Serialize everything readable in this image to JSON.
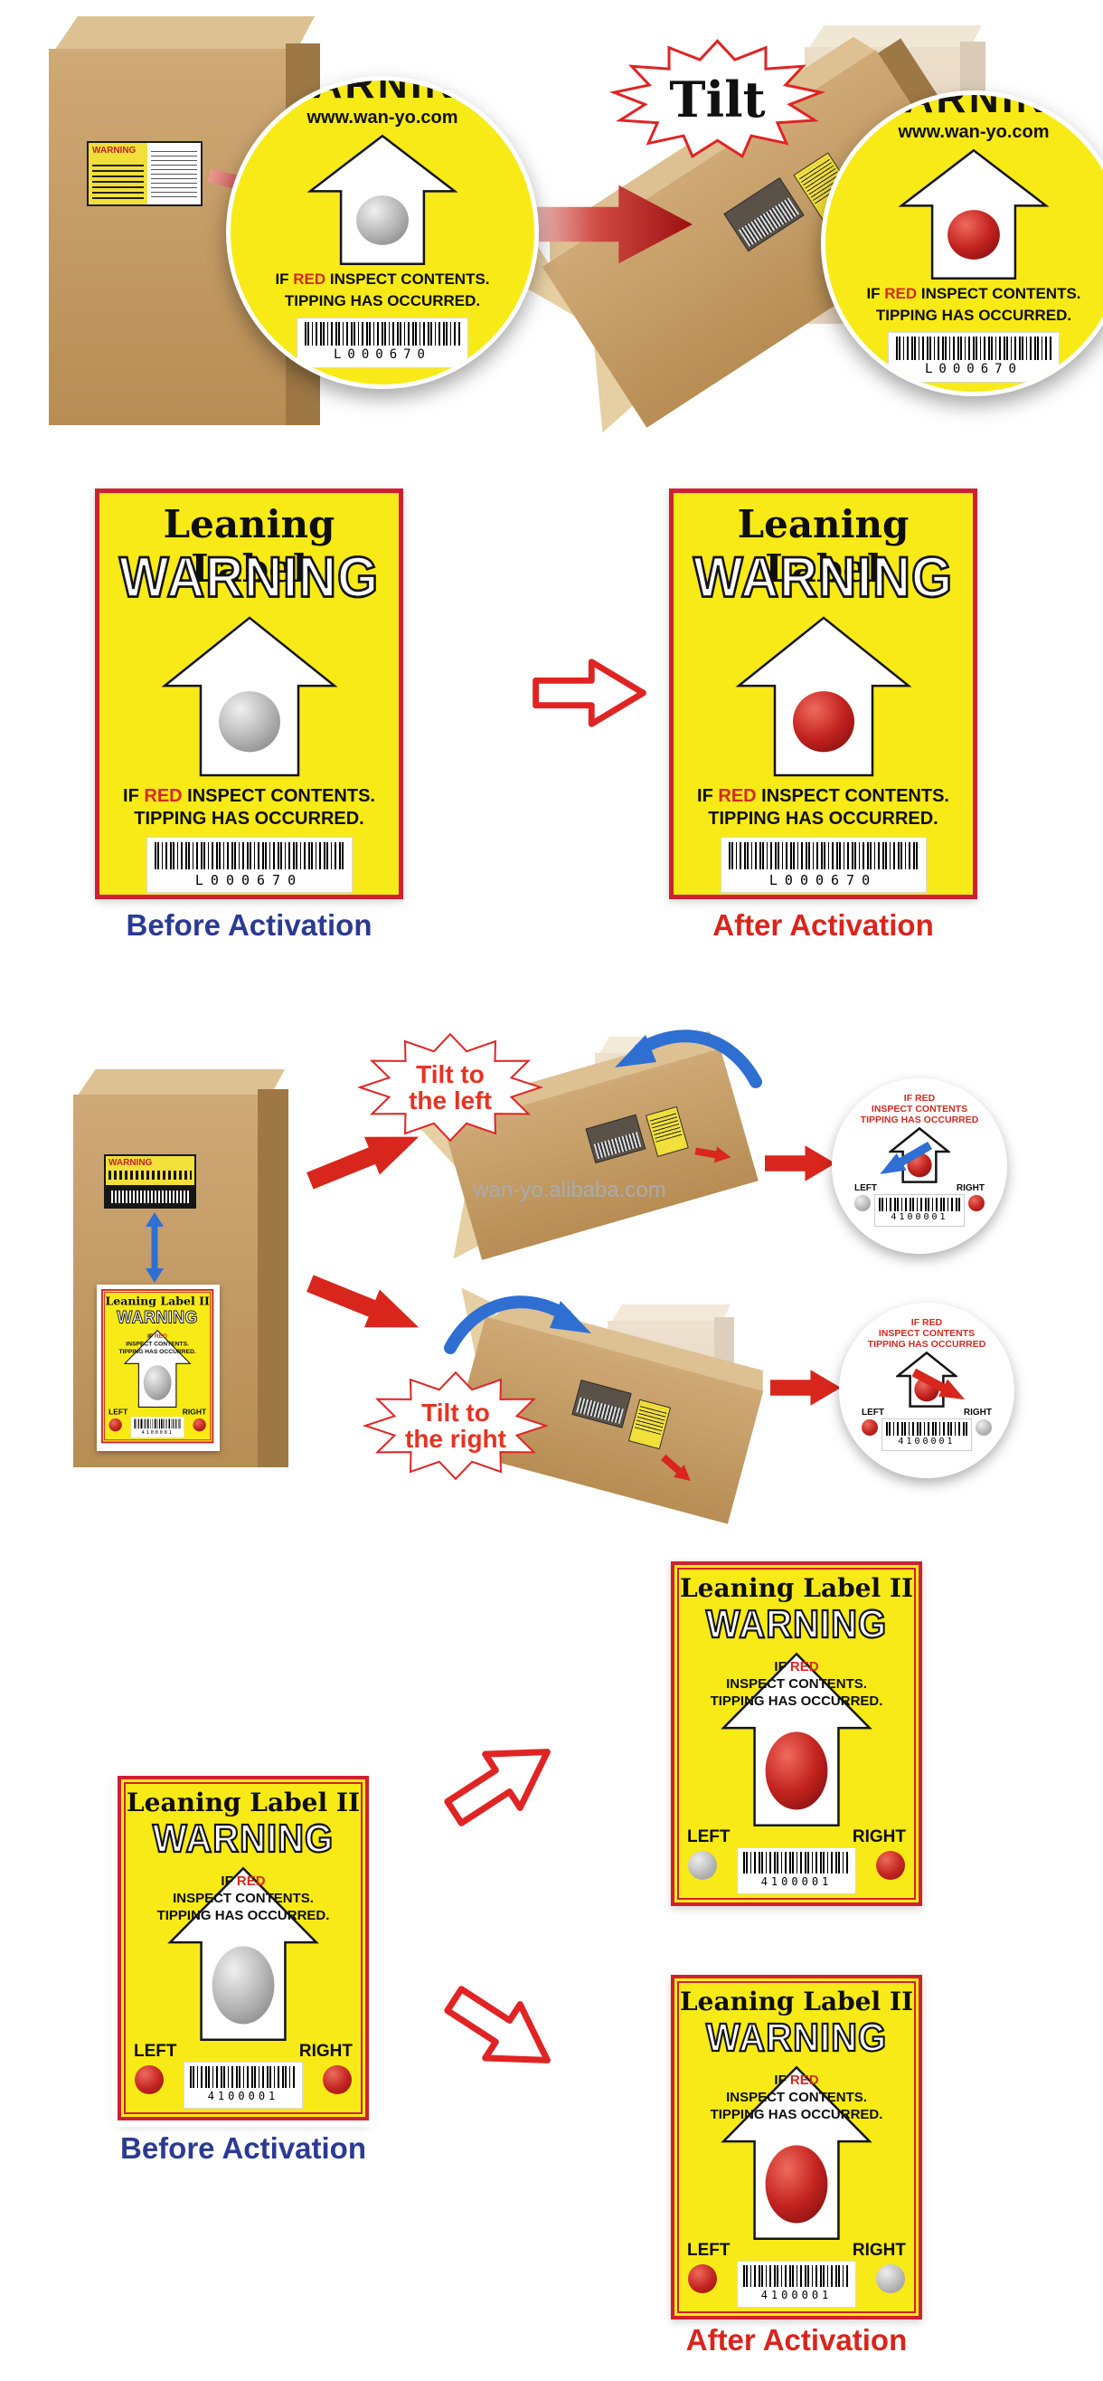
{
  "colors": {
    "label_yellow": "#f8ea16",
    "label_red_border": "#cf2030",
    "warning_red": "#d42a22",
    "indicator_red": "#c22420",
    "indicator_gray": "#b4b4b4",
    "caption_blue": "#2b3a92",
    "caption_red": "#d9251c",
    "box_tan": "#c49a66",
    "arrow_blue": "#2f6fd2"
  },
  "strings": {
    "tilt": "Tilt",
    "site": "www.wan-yo.com",
    "watermark": "wan-yo.alibaba.com",
    "before": "Before Activation",
    "after": "After Activation",
    "tilt_left_1": "Tilt to",
    "tilt_left_2": "the left",
    "tilt_right_1": "Tilt to",
    "tilt_right_2": "the right",
    "mini_warning": "WARNING"
  },
  "label1": {
    "title": "Leaning Label",
    "warning": "WARNING",
    "if_": "IF ",
    "red": "RED",
    "rest": " INSPECT CONTENTS.",
    "line2": "TIPPING HAS OCCURRED.",
    "code": "L000670"
  },
  "label2": {
    "title": "Leaning Label II",
    "warning": "WARNING",
    "if_": "IF ",
    "red": "RED",
    "line2": "INSPECT CONTENTS.",
    "line3": "TIPPING HAS OCCURRED.",
    "left": "LEFT",
    "right": "RIGHT",
    "code": "4100001"
  },
  "label2_zoom": {
    "line1": "IF RED",
    "line2": "INSPECT CONTENTS",
    "line3": "TIPPING HAS OCCURRED"
  }
}
